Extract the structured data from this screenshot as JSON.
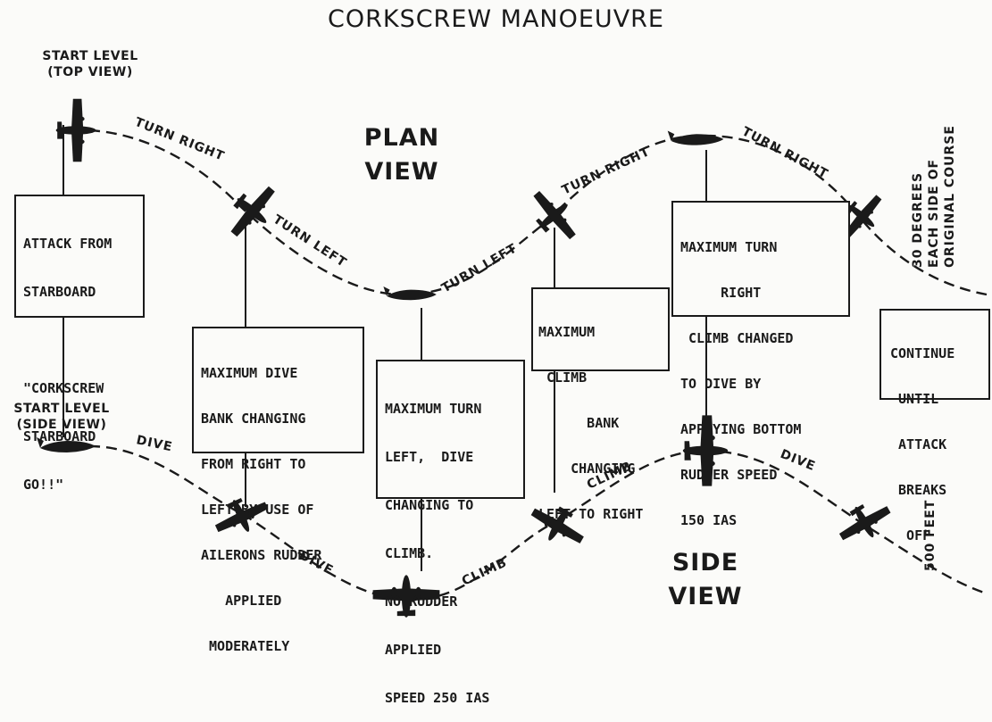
{
  "title": "CORKSCREW MANOEUVRE",
  "plan_view_label": [
    "PLAN",
    "VIEW"
  ],
  "side_view_label": [
    "SIDE",
    "VIEW"
  ],
  "start_top": [
    "START LEVEL",
    "(TOP VIEW)"
  ],
  "start_side": [
    "START LEVEL",
    "(SIDE VIEW)"
  ],
  "path_labels": {
    "turn_right_1": "TURN RIGHT",
    "turn_left_1": "TURN LEFT",
    "turn_left_2": "TURN LEFT",
    "turn_right_2": "TURN RIGHT",
    "turn_right_3": "TURN RIGHT",
    "dive_1": "DIVE",
    "dive_2": "DIVE",
    "climb_1": "CLIMB",
    "climb_2": "CLIMB",
    "dive_3": "DIVE"
  },
  "side_notes": {
    "degrees": [
      "30 DEGREES",
      "EACH SIDE OF",
      "ORIGINAL COURSE"
    ],
    "feet": "500 FEET"
  },
  "boxes": {
    "attack": [
      "ATTACK FROM",
      "STARBOARD",
      "",
      "\"CORKSCREW",
      "STARBOARD",
      "GO!!\""
    ],
    "dive": [
      "MAXIMUM DIVE",
      "BANK CHANGING",
      "FROM RIGHT TO",
      "LEFT BY USE OF",
      "AILERONS RUDDER",
      "   APPLIED",
      " MODERATELY"
    ],
    "turn_left": [
      "MAXIMUM TURN",
      "LEFT,  DIVE",
      "CHANGING TO",
      "CLIMB.",
      "NO RUDDER",
      "APPLIED",
      "SPEED 250 IAS"
    ],
    "climb": [
      "MAXIMUM",
      " CLIMB",
      "      BANK",
      "    CHANGING",
      "LEFT TO RIGHT"
    ],
    "turn_right": [
      "MAXIMUM TURN",
      "     RIGHT",
      " CLIMB CHANGED",
      "TO DIVE BY",
      "APPLYING BOTTOM",
      "RUDDER SPEED",
      "150 IAS"
    ],
    "continue": [
      "CONTINUE",
      " UNTIL",
      " ATTACK",
      " BREAKS",
      "  OFF"
    ]
  },
  "colors": {
    "ink": "#1a1a1a",
    "paper": "#fbfbf9"
  },
  "icons": [
    "aircraft-top-icon",
    "aircraft-side-icon"
  ]
}
